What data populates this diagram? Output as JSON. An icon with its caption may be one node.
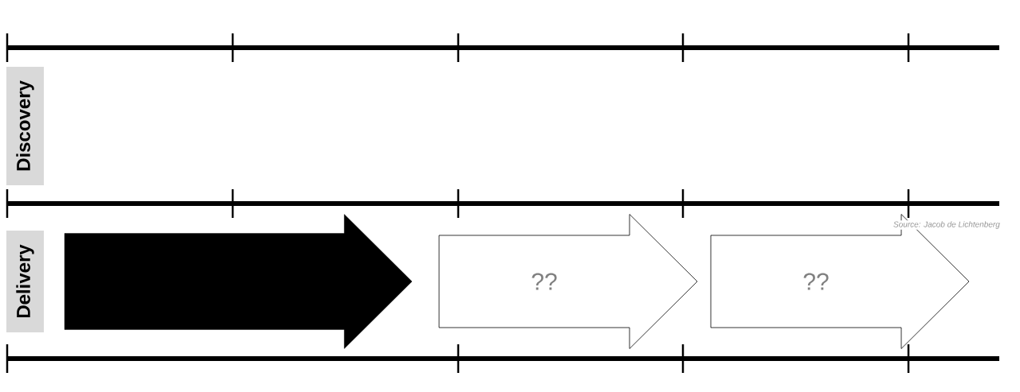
{
  "diagram": {
    "nodes": [
      {
        "text": [
          "Discovery"
        ]
      },
      {
        "text": [
          "Delivery"
        ]
      },
      {
        "text": [],
        "shape": "arrow"
      },
      {
        "text": [
          "??"
        ]
      },
      {
        "text": [
          "??"
        ]
      }
    ],
    "labels": [
      "Source: Jacob de Lichtenberg"
    ]
  }
}
